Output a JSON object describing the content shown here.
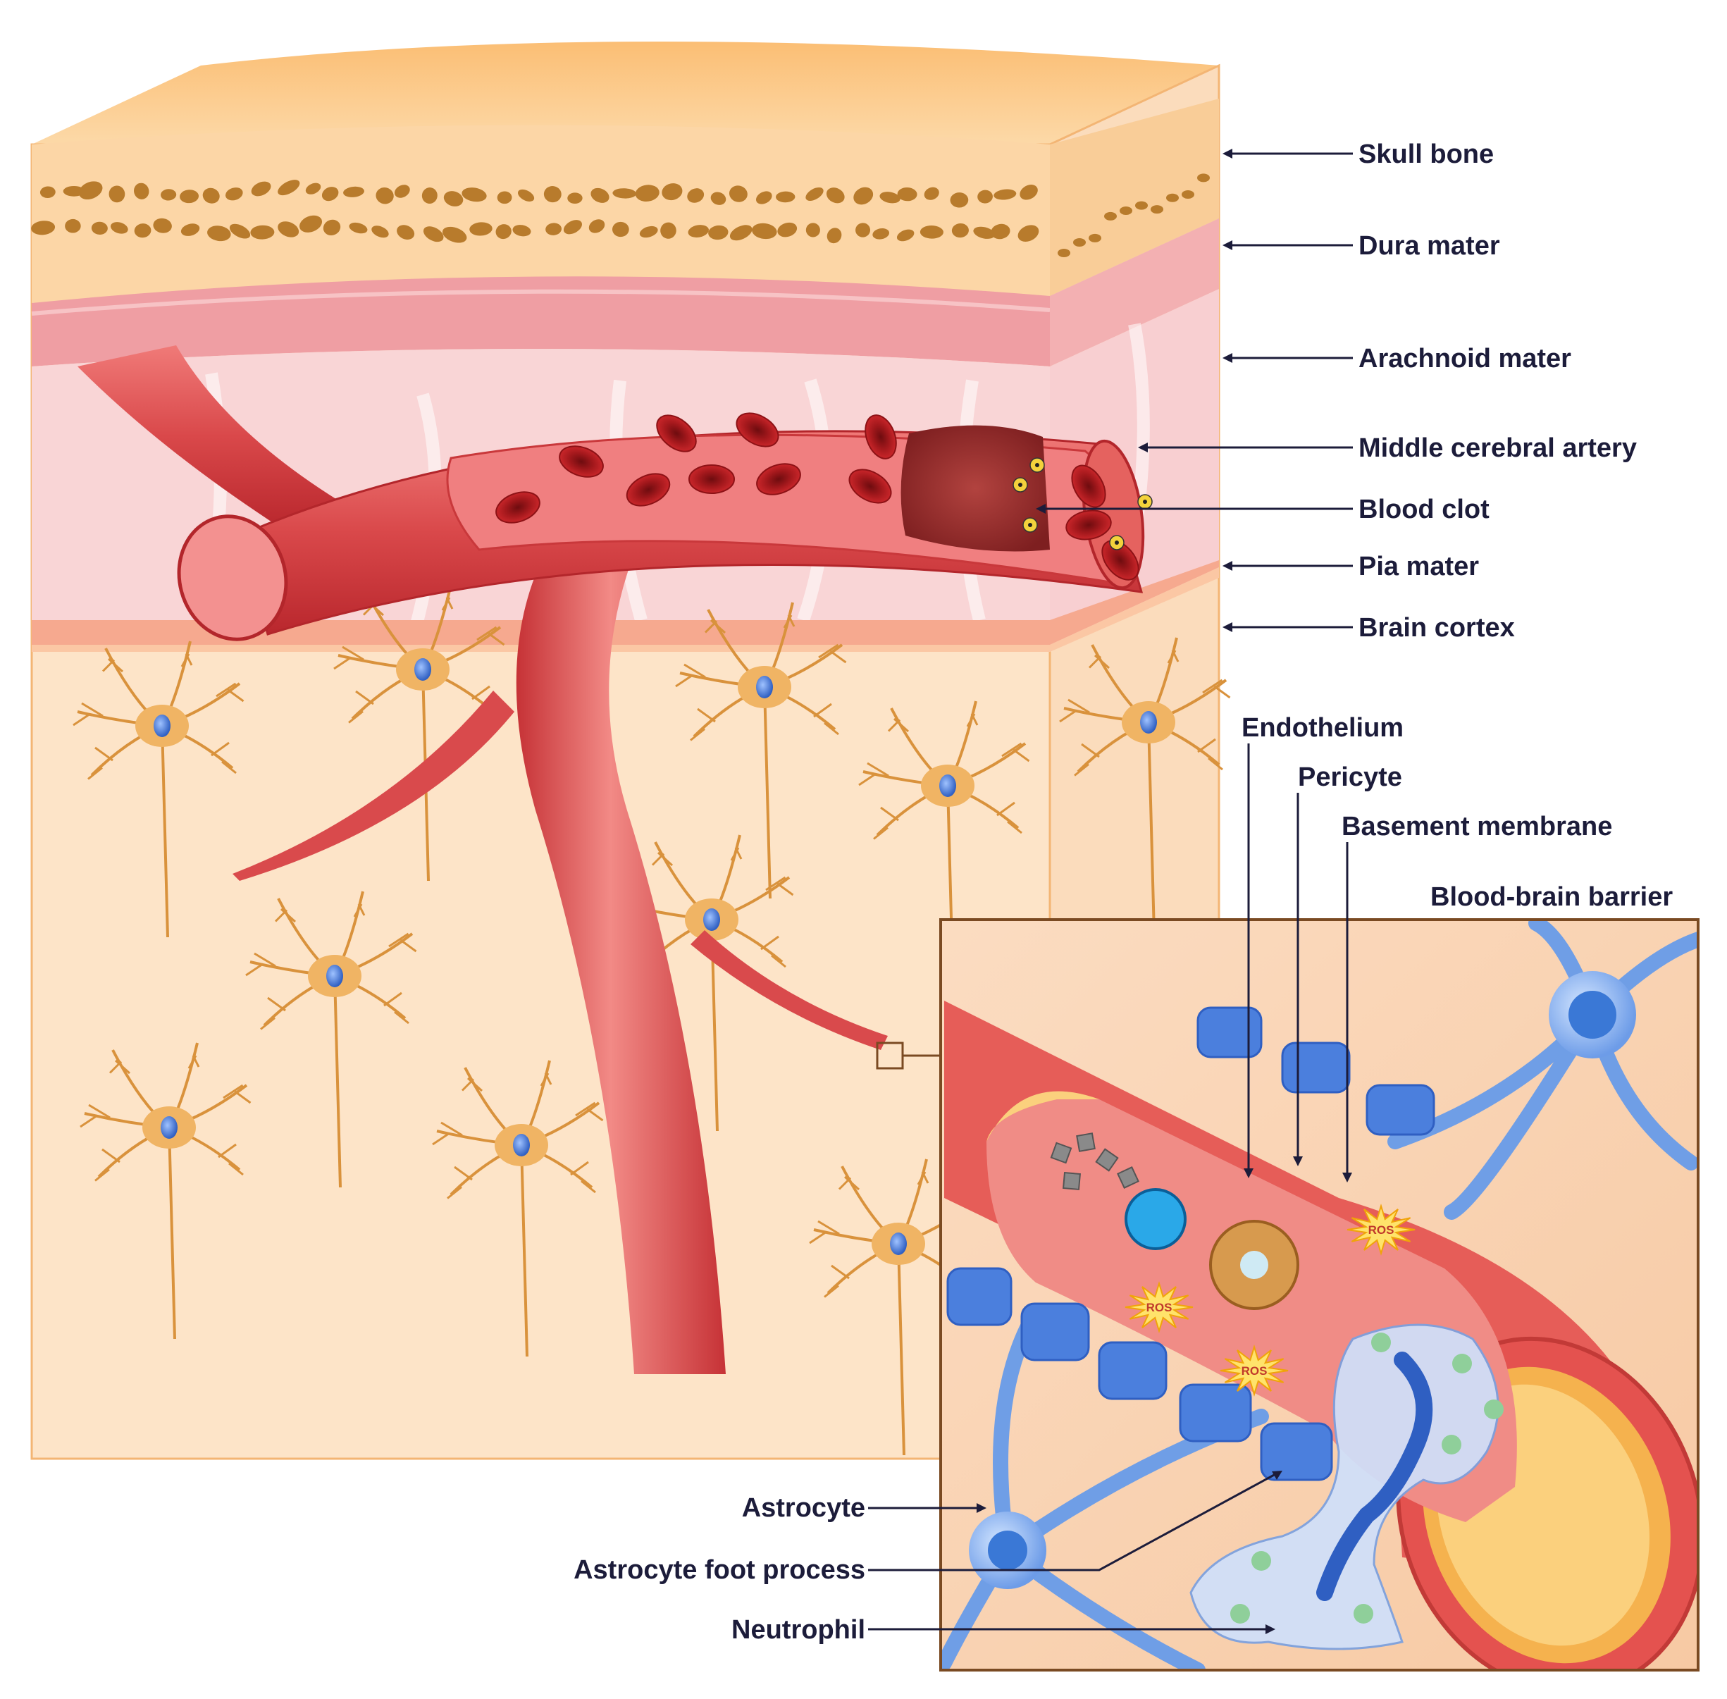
{
  "labels": {
    "skull_bone": "Skull bone",
    "dura_mater": "Dura mater",
    "arachnoid_mater": "Arachnoid mater",
    "middle_cerebral_artery": "Middle cerebral artery",
    "blood_clot": "Blood clot",
    "pia_mater": "Pia mater",
    "brain_cortex": "Brain cortex",
    "endothelium": "Endothelium",
    "pericyte": "Pericyte",
    "basement_membrane": "Basement membrane",
    "blood_brain_barrier": "Blood-brain barrier",
    "astrocyte": "Astrocyte",
    "astrocyte_foot_process": "Astrocyte foot process",
    "neutrophil": "Neutrophil"
  },
  "ros_badges": [
    "ROS",
    "ROS",
    "ROS"
  ],
  "colors": {
    "skull": "#f6c88e",
    "bone_pore": "#b87b2c",
    "dura": "#f2a3a6",
    "arachnoid": "#f8d7d9",
    "cortex": "#fde3c6",
    "artery": "#d6494a",
    "astrocyte": "#5b8fe0",
    "neuron": "#e7a24a",
    "label_text": "#1c1c3a"
  }
}
